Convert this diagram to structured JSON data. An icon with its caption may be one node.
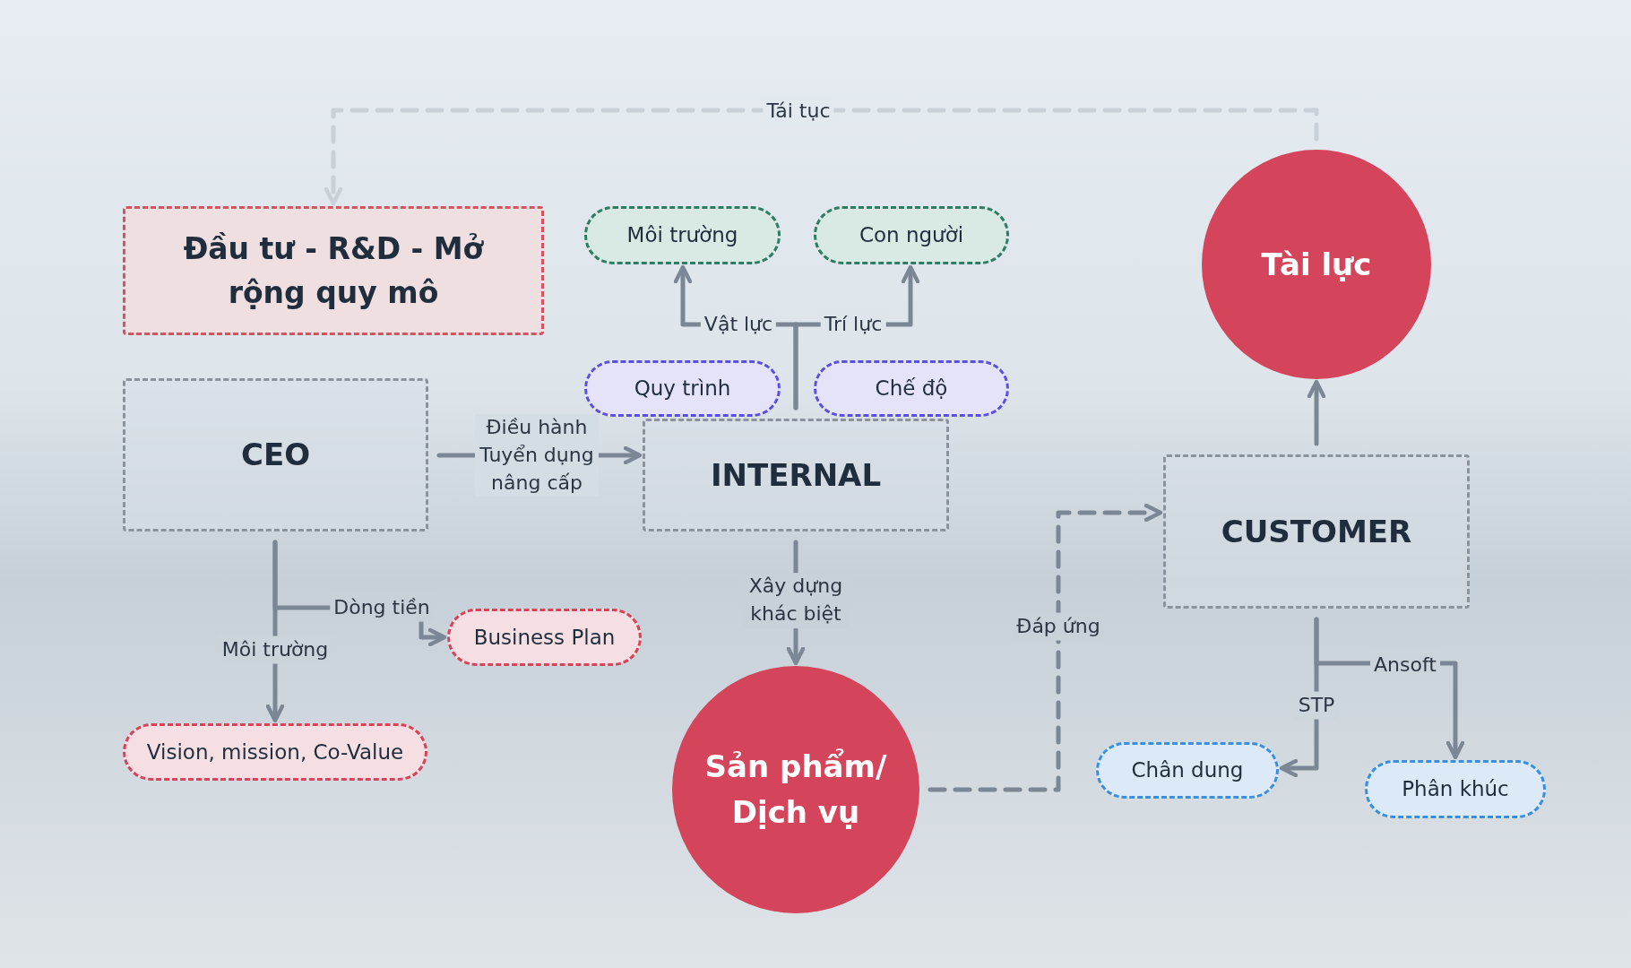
{
  "diagram": {
    "nodes": [
      {
        "text": [
          "Đầu tư - R&D - Mở rộng quy mô"
        ]
      },
      {
        "text": [
          "CEO"
        ]
      },
      {
        "text": [
          "INTERNAL"
        ]
      },
      {
        "text": [
          "Môi trường"
        ]
      },
      {
        "text": [
          "Con người"
        ]
      },
      {
        "text": [
          "Quy trình"
        ]
      },
      {
        "text": [
          "Chế độ"
        ]
      },
      {
        "text": [
          "Tài lực"
        ]
      },
      {
        "text": [
          "CUSTOMER"
        ]
      },
      {
        "text": [
          "Business Plan"
        ]
      },
      {
        "text": [
          "Vision, mission, Co-Value"
        ]
      },
      {
        "text": [
          "Sản phẩm/ Dịch vụ"
        ]
      },
      {
        "text": [
          "Chân dung"
        ]
      },
      {
        "text": [
          "Phân khúc"
        ]
      }
    ],
    "edges": [
      {
        "from": 7,
        "to": 0,
        "arrow": "to",
        "label": "Tái tục",
        "style": "dashed",
        "color": "#c9d0d8"
      },
      {
        "from": 1,
        "to": 2,
        "arrow": "to",
        "label": "Điều hành Tuyển dụng nâng cấp"
      },
      {
        "from": 2,
        "to": 3,
        "arrow": "to",
        "label": "Vật lực"
      },
      {
        "from": 2,
        "to": 4,
        "arrow": "to",
        "label": "Trí lực"
      },
      {
        "from": 1,
        "to": 9,
        "arrow": "to",
        "label": "Dòng tiền"
      },
      {
        "from": 1,
        "to": 10,
        "arrow": "to",
        "label": "Môi trường"
      },
      {
        "from": 2,
        "to": 11,
        "arrow": "to",
        "label": "Xây dựng khác biệt"
      },
      {
        "from": 11,
        "to": 8,
        "arrow": "to",
        "label": "Đáp ứng",
        "style": "dashed"
      },
      {
        "from": 8,
        "to": 7,
        "arrow": "to"
      },
      {
        "from": 8,
        "to": 12,
        "arrow": "to",
        "label": "STP"
      },
      {
        "from": 8,
        "to": 13,
        "arrow": "to",
        "label": "Ansoft"
      }
    ]
  }
}
